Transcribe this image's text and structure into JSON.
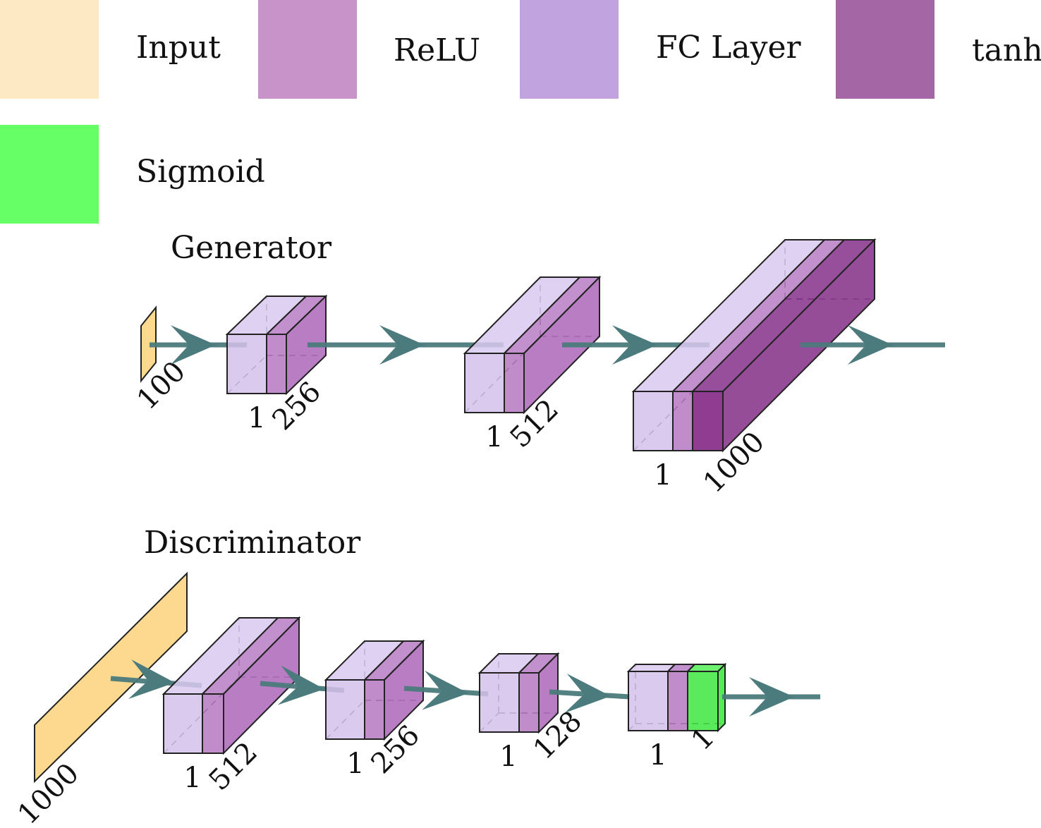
{
  "legend": [
    {
      "label": "Input",
      "color": "#fde9c3"
    },
    {
      "label": "ReLU",
      "color": "#c893c9"
    },
    {
      "label": "FC Layer",
      "color": "#c1a3e0"
    },
    {
      "label": "tanh",
      "color": "#a466a5"
    },
    {
      "label": "Sigmoid",
      "color": "#66ff66"
    }
  ],
  "generator": {
    "title": "Generator",
    "input_label": "100",
    "layers": [
      {
        "depth_label": "1",
        "size_label": "256",
        "type": "FC+ReLU"
      },
      {
        "depth_label": "1",
        "size_label": "512",
        "type": "FC+ReLU"
      },
      {
        "depth_label": "1",
        "size_label": "1000",
        "type": "FC+ReLU+tanh"
      }
    ]
  },
  "discriminator": {
    "title": "Discriminator",
    "input_label": "1000",
    "layers": [
      {
        "depth_label": "1",
        "size_label": "512",
        "type": "FC+ReLU"
      },
      {
        "depth_label": "1",
        "size_label": "256",
        "type": "FC+ReLU"
      },
      {
        "depth_label": "1",
        "size_label": "128",
        "type": "FC+ReLU"
      },
      {
        "depth_label": "1",
        "size_label": "1",
        "type": "FC+ReLU+Sigmoid"
      }
    ]
  },
  "colors": {
    "input_fill": "#fcd98f",
    "fc_fill": "#d5c2ea",
    "relu_fill": "#b77cc0",
    "tanh_fill": "#7a1a7d",
    "sigmoid_fill": "#3fe63f",
    "arrow": "#4b7b7c"
  }
}
